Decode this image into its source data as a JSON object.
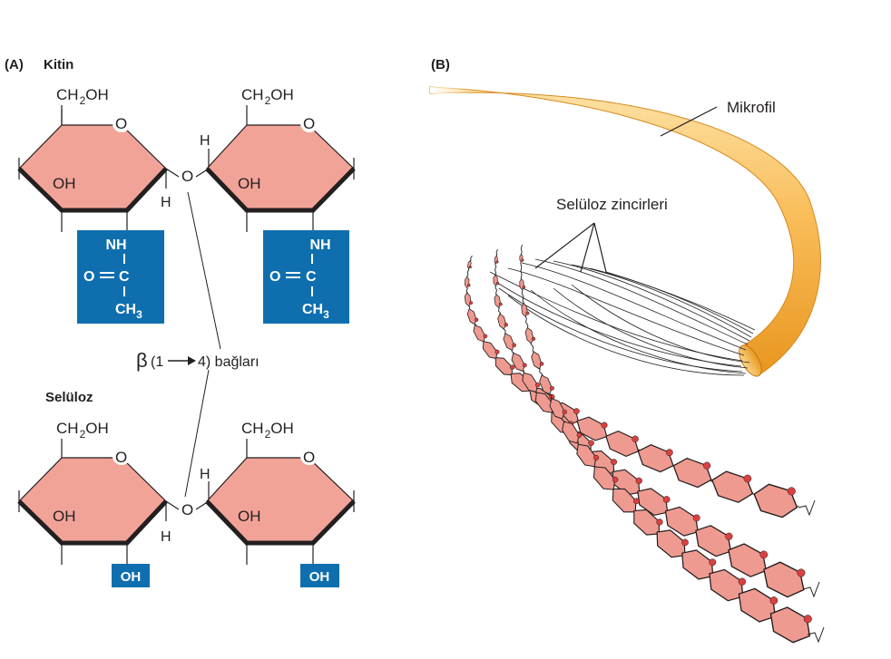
{
  "panel_a": {
    "label": "(A)",
    "chitin_title": "Kitin",
    "cellulose_title": "Selüloz",
    "ch2oh_prefix": "CH",
    "ch2oh_sub": "2",
    "ch2oh_suffix": "OH",
    "ring_o": "O",
    "ring_oh": "OH",
    "bridge_o": "O",
    "h": "H",
    "nh": "NH",
    "o_eq_c": "O",
    "c": "C",
    "ch3_prefix": "CH",
    "ch3_sub": "3",
    "oh_box": "OH",
    "bond_beta": "β",
    "bond_text_1": "(1",
    "bond_text_2": "4) bağları"
  },
  "panel_b": {
    "label": "(B)",
    "microfibril": "Mikrofil",
    "chains": "Selüloz zincirleri"
  },
  "colors": {
    "ring_fill": "#f2a398",
    "ring_stroke": "#231f20",
    "box_blue": "#0f6fae",
    "fibril_light": "#fde2a6",
    "fibril_mid": "#f9bd5a",
    "fibril_dark": "#e9961f",
    "sugar_fill": "#ef9a90",
    "dot_red": "#d94140"
  }
}
